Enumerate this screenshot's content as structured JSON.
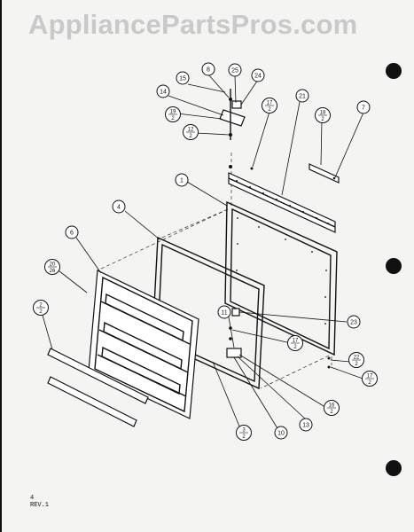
{
  "watermark": "AppliancePartsPros.com",
  "footnote": {
    "page": "4",
    "revision": "REV.1"
  },
  "callouts": [
    {
      "id": "c8",
      "label": "8"
    },
    {
      "id": "c25",
      "label": "25"
    },
    {
      "id": "c15",
      "label": "15"
    },
    {
      "id": "c24",
      "label": "24"
    },
    {
      "id": "c14",
      "label": "14"
    },
    {
      "id": "c19",
      "num": "19",
      "den": "2"
    },
    {
      "id": "c12a",
      "num": "12",
      "den": "2"
    },
    {
      "id": "c17a",
      "num": "17",
      "den": "2"
    },
    {
      "id": "c21",
      "label": "21"
    },
    {
      "id": "c18",
      "num": "18",
      "den": "2"
    },
    {
      "id": "c7",
      "label": "7"
    },
    {
      "id": "c1",
      "label": "1"
    },
    {
      "id": "c4",
      "label": "4"
    },
    {
      "id": "c6",
      "label": "6"
    },
    {
      "id": "c20",
      "num": "20",
      "den": "26"
    },
    {
      "id": "c2",
      "num": "2",
      "den": "2"
    },
    {
      "id": "c11",
      "label": "11"
    },
    {
      "id": "c23",
      "label": "23"
    },
    {
      "id": "c17b",
      "num": "17",
      "den": "2"
    },
    {
      "id": "c22",
      "num": "22",
      "den": "2"
    },
    {
      "id": "c17c",
      "num": "17",
      "den": "2"
    },
    {
      "id": "c16",
      "num": "16",
      "den": "2"
    },
    {
      "id": "c13",
      "label": "13"
    },
    {
      "id": "c10",
      "label": "10"
    },
    {
      "id": "c3",
      "num": "3",
      "den": "2"
    }
  ]
}
